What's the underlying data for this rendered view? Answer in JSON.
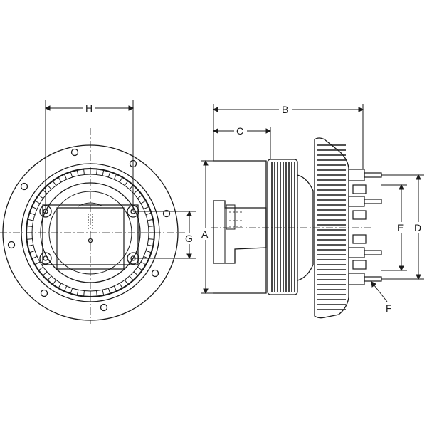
{
  "diagram": {
    "labels": {
      "A": "A",
      "B": "B",
      "C": "C",
      "D": "D",
      "E": "E",
      "F": "F",
      "G": "G",
      "H": "H"
    },
    "colors": {
      "line": "#1a1a1a",
      "background": "#ffffff"
    }
  }
}
